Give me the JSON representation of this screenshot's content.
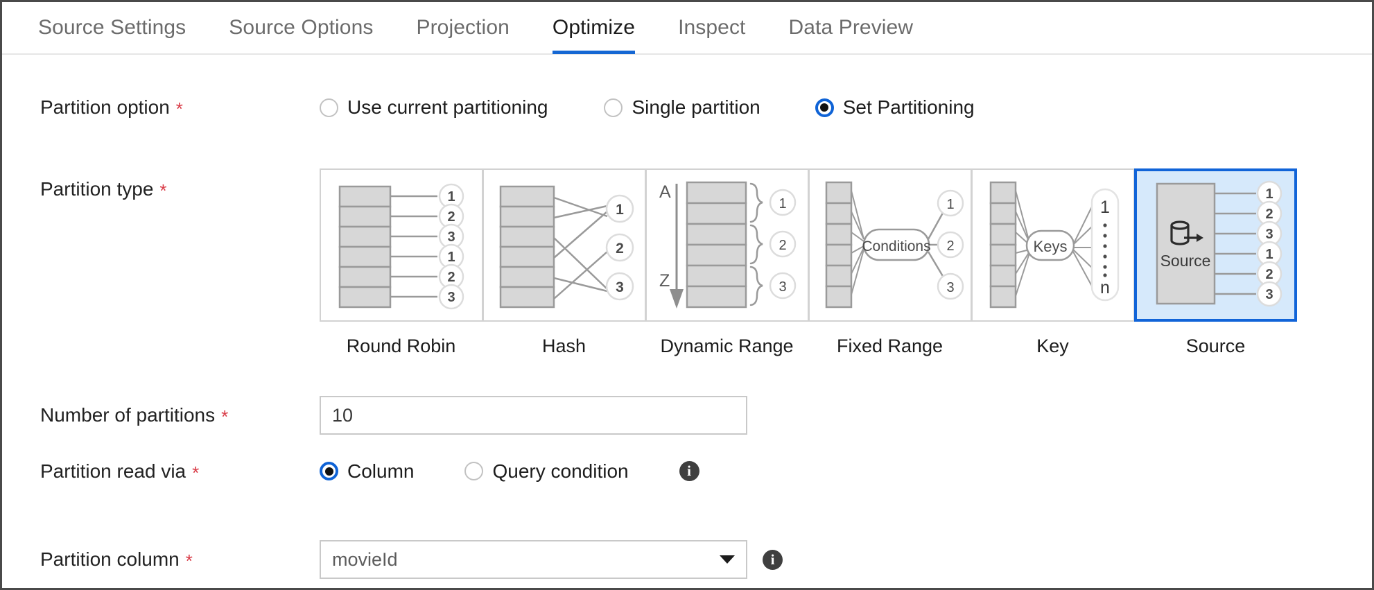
{
  "tabs": [
    {
      "label": "Source Settings",
      "active": false
    },
    {
      "label": "Source Options",
      "active": false
    },
    {
      "label": "Projection",
      "active": false
    },
    {
      "label": "Optimize",
      "active": true
    },
    {
      "label": "Inspect",
      "active": false
    },
    {
      "label": "Data Preview",
      "active": false
    }
  ],
  "colors": {
    "accent": "#1567d3",
    "selected_card_fill": "#d6e9fb",
    "selected_card_border": "#1164d8",
    "required_asterisk": "#d93b47",
    "diagram_gray": "#d7d7d7",
    "diagram_stroke": "#9a9a9a"
  },
  "partition_option": {
    "label": "Partition option",
    "required": "*",
    "options": [
      {
        "label": "Use current partitioning",
        "selected": false
      },
      {
        "label": "Single partition",
        "selected": false
      },
      {
        "label": "Set Partitioning",
        "selected": true
      }
    ]
  },
  "partition_type": {
    "label": "Partition type",
    "required": "*",
    "cards": [
      {
        "label": "Round Robin",
        "icon": "round-robin-diagram",
        "selected": false,
        "numbers": [
          "1",
          "2",
          "3",
          "1",
          "2",
          "3"
        ]
      },
      {
        "label": "Hash",
        "icon": "hash-diagram",
        "selected": false,
        "numbers": [
          "1",
          "2",
          "3"
        ]
      },
      {
        "label": "Dynamic Range",
        "icon": "dynamic-range-diagram",
        "selected": false,
        "numbers": [
          "1",
          "2",
          "3"
        ],
        "axis_start": "A",
        "axis_end": "Z"
      },
      {
        "label": "Fixed Range",
        "icon": "fixed-range-diagram",
        "selected": false,
        "numbers": [
          "1",
          "2",
          "3"
        ],
        "node_label": "Conditions"
      },
      {
        "label": "Key",
        "icon": "key-diagram",
        "selected": false,
        "node_label": "Keys",
        "range_start": "1",
        "range_end": "n"
      },
      {
        "label": "Source",
        "icon": "source-diagram",
        "selected": true,
        "numbers": [
          "1",
          "2",
          "3",
          "1",
          "2",
          "3"
        ],
        "source_label": "Source"
      }
    ]
  },
  "number_of_partitions": {
    "label": "Number of partitions",
    "required": "*",
    "value": "10",
    "placeholder": ""
  },
  "partition_read_via": {
    "label": "Partition read via",
    "required": "*",
    "options": [
      {
        "label": "Column",
        "selected": true
      },
      {
        "label": "Query condition",
        "selected": false
      }
    ],
    "info": "i"
  },
  "partition_column": {
    "label": "Partition column",
    "required": "*",
    "value": "movieId",
    "info": "i"
  }
}
